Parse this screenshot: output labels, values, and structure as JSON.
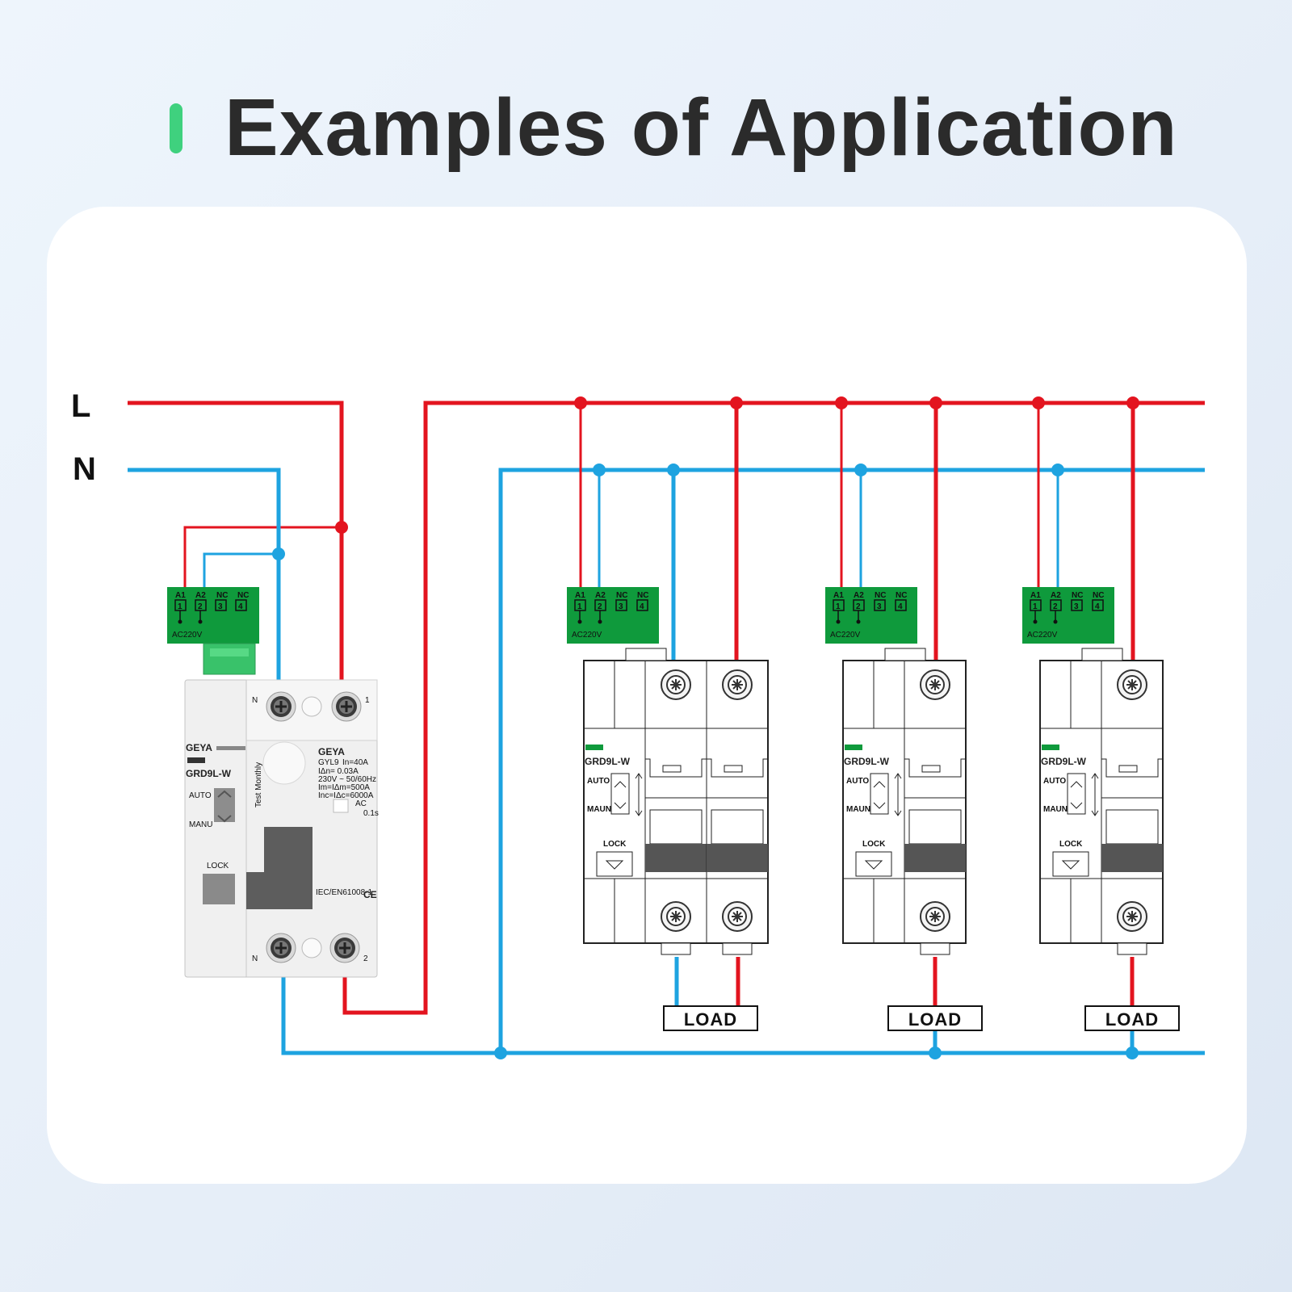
{
  "title": "Examples of Application",
  "colors": {
    "accent": "#3fd17e",
    "live_wire": "#e3141f",
    "neutral_wire": "#1ea3e0",
    "terminal_block": "#0f9a3c",
    "card_bg": "#ffffff"
  },
  "lines": {
    "live": "L",
    "neutral": "N"
  },
  "terminal_block": {
    "pins": [
      "A1",
      "A2",
      "NC",
      "NC"
    ],
    "numbers": [
      "1",
      "2",
      "3",
      "4"
    ],
    "voltage": "AC220V"
  },
  "rcbo": {
    "brand": "GEYA",
    "model": "GRD9L-W",
    "type": "GYL9",
    "rating": "In=40A",
    "residual": "IΔn= 0.03A",
    "voltage": "230V ~ 50/60Hz",
    "im": "Im=IΔm=500A",
    "inc": "Inc=IΔc=6000A",
    "class": "AC",
    "trip": "0.1s",
    "test": "Test Monthly",
    "standard": "IEC/EN61008-1",
    "ce": "CE",
    "auto": "AUTO",
    "manual": "MANU",
    "lock": "LOCK",
    "top_left_pole": "N",
    "top_right_pole": "1",
    "bottom_left_pole": "N",
    "bottom_right_pole": "2"
  },
  "breaker": {
    "model": "GRD9L-W",
    "auto": "AUTO",
    "manual": "MAUN",
    "lock": "LOCK"
  },
  "load_label": "LOAD"
}
